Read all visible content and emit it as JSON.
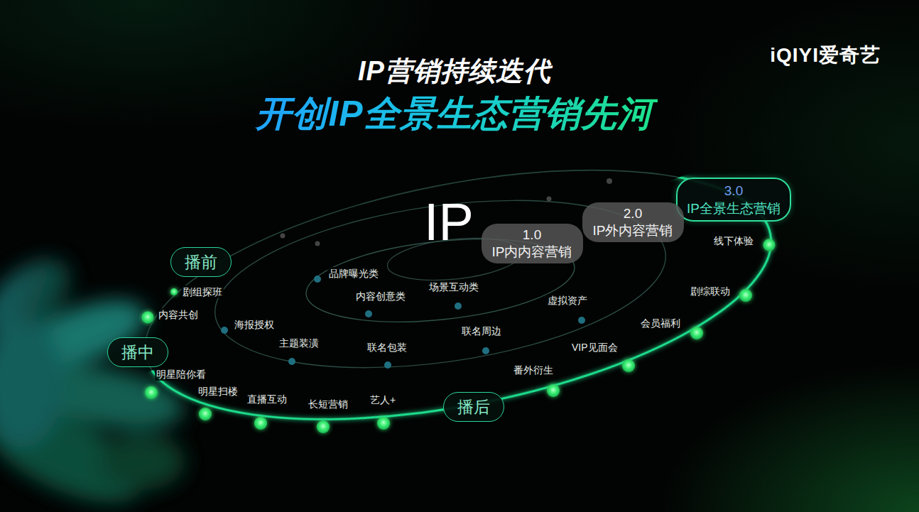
{
  "diagram": {
    "title": "IP营销持续迭代",
    "nodes": [
      {
        "text": [
          "3.0",
          "IP全景生态营销"
        ]
      },
      {
        "text": [
          "2.0",
          "IP外内容营销"
        ]
      },
      {
        "text": [
          "1.0",
          "IP内内容营销"
        ]
      },
      {
        "text": [
          "播前"
        ]
      },
      {
        "text": [
          "播中"
        ]
      },
      {
        "text": [
          "播后"
        ]
      }
    ],
    "labels": [
      "开创IP全景生态营销先河",
      "iQIYI爱奇艺",
      "IP",
      "剧组探班",
      "内容共创",
      "明星陪你看",
      "明星扫楼",
      "直播互动",
      "长短营销",
      "艺人+",
      "番外衍生",
      "VIP见面会",
      "会员福利",
      "剧综联动",
      "线下体验",
      "品牌曝光类",
      "内容创意类",
      "场景互动类",
      "海报授权",
      "主题装潢",
      "联名包装",
      "联名周边",
      "虚拟资产"
    ]
  }
}
